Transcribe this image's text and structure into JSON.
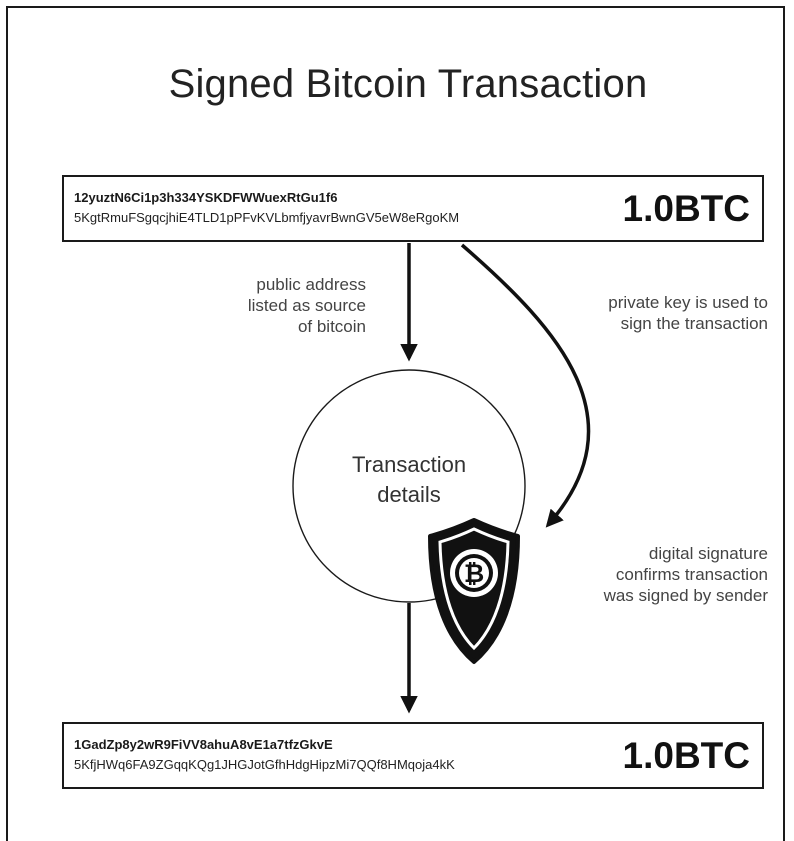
{
  "title": "Signed Bitcoin Transaction",
  "source_wallet": {
    "address": "12yuztN6Ci1p3h334YSKDFWWuexRtGu1f6",
    "private_key": "5KgtRmuFSgqcjhiE4TLD1pPFvKVLbmfjyavrBwnGV5eW8eRgoKM",
    "amount": "1.0BTC"
  },
  "destination_wallet": {
    "address": "1GadZp8y2wR9FiVV8ahuA8vE1a7tfzGkvE",
    "private_key": "5KfjHWq6FA9ZGqqKQg1JHGJotGfhHdgHipzMi7QQf8HMqoja4kK",
    "amount": "1.0BTC"
  },
  "annotations": {
    "public_address": [
      "public address",
      "listed as source",
      "of bitcoin"
    ],
    "private_key": [
      "private key is used to",
      "sign the transaction"
    ],
    "signature": [
      "digital signature",
      "confirms transaction",
      "was signed by sender"
    ]
  },
  "circle_label": [
    "Transaction",
    "details"
  ],
  "shield_icon": "bitcoin-shield-icon"
}
